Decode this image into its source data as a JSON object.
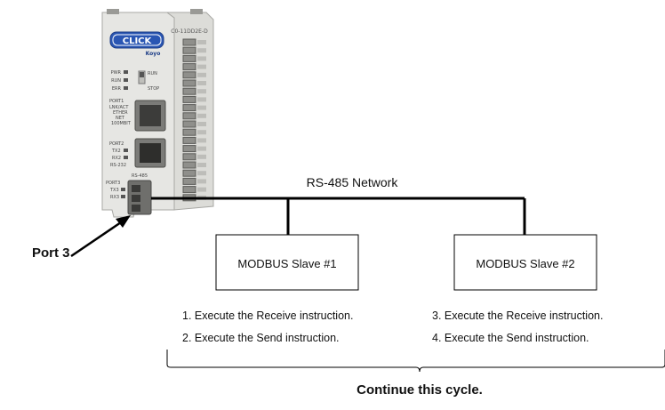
{
  "plc": {
    "brand": "CLICK",
    "sub_brand": "Koyo",
    "model": "C0-11DD2E-D",
    "run_label": "RUN",
    "stop_label": "STOP",
    "led_labels": [
      "PWR",
      "RUN",
      "ERR"
    ],
    "port1_label": "PORT1",
    "ether_label": "LNK/ACT\nETHER\nNET\n100M/BIT",
    "port2_label": "PORT2",
    "port2_leds": [
      "TX2",
      "RX2"
    ],
    "port2_type": "RS-232",
    "port3_label": "PORT3",
    "port3_type": "RS-485",
    "port3_leds": [
      "TX3",
      "RX3"
    ]
  },
  "network": {
    "label": "RS-485 Network"
  },
  "callout": {
    "label": "Port 3"
  },
  "slaves": [
    {
      "label": "MODBUS Slave #1",
      "steps": [
        "1. Execute the Receive instruction.",
        "2. Execute the Send instruction."
      ]
    },
    {
      "label": "MODBUS Slave #2",
      "steps": [
        "3. Execute the Receive instruction.",
        "4. Execute the Send instruction."
      ]
    }
  ],
  "footer": {
    "label": "Continue this cycle."
  }
}
